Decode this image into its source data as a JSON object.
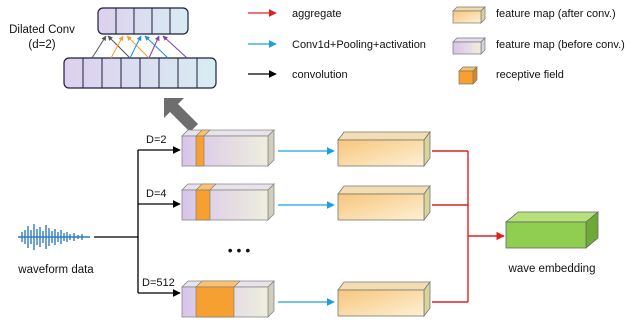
{
  "dilated": {
    "title": "Dilated Conv",
    "param": "(d=2)"
  },
  "legend": {
    "aggregate": "aggregate",
    "conv1d": "Conv1d+Pooling+activation",
    "convolution": "convolution",
    "fm_after": "feature map (after conv.)",
    "fm_before": "feature map (before conv.)",
    "receptive": "receptive field"
  },
  "branches": [
    {
      "label": "D=2"
    },
    {
      "label": "D=4"
    },
    {
      "label": "D=512"
    }
  ],
  "ellipsis": "• • •",
  "input_label": "waveform data",
  "output_label": "wave embedding",
  "colors": {
    "aggregate": "#e02020",
    "conv1d": "#1ba1e2",
    "convolution": "#000000",
    "receptive": "#f5a030",
    "output": "#8fce4f",
    "wave": "#2f7cc0"
  }
}
